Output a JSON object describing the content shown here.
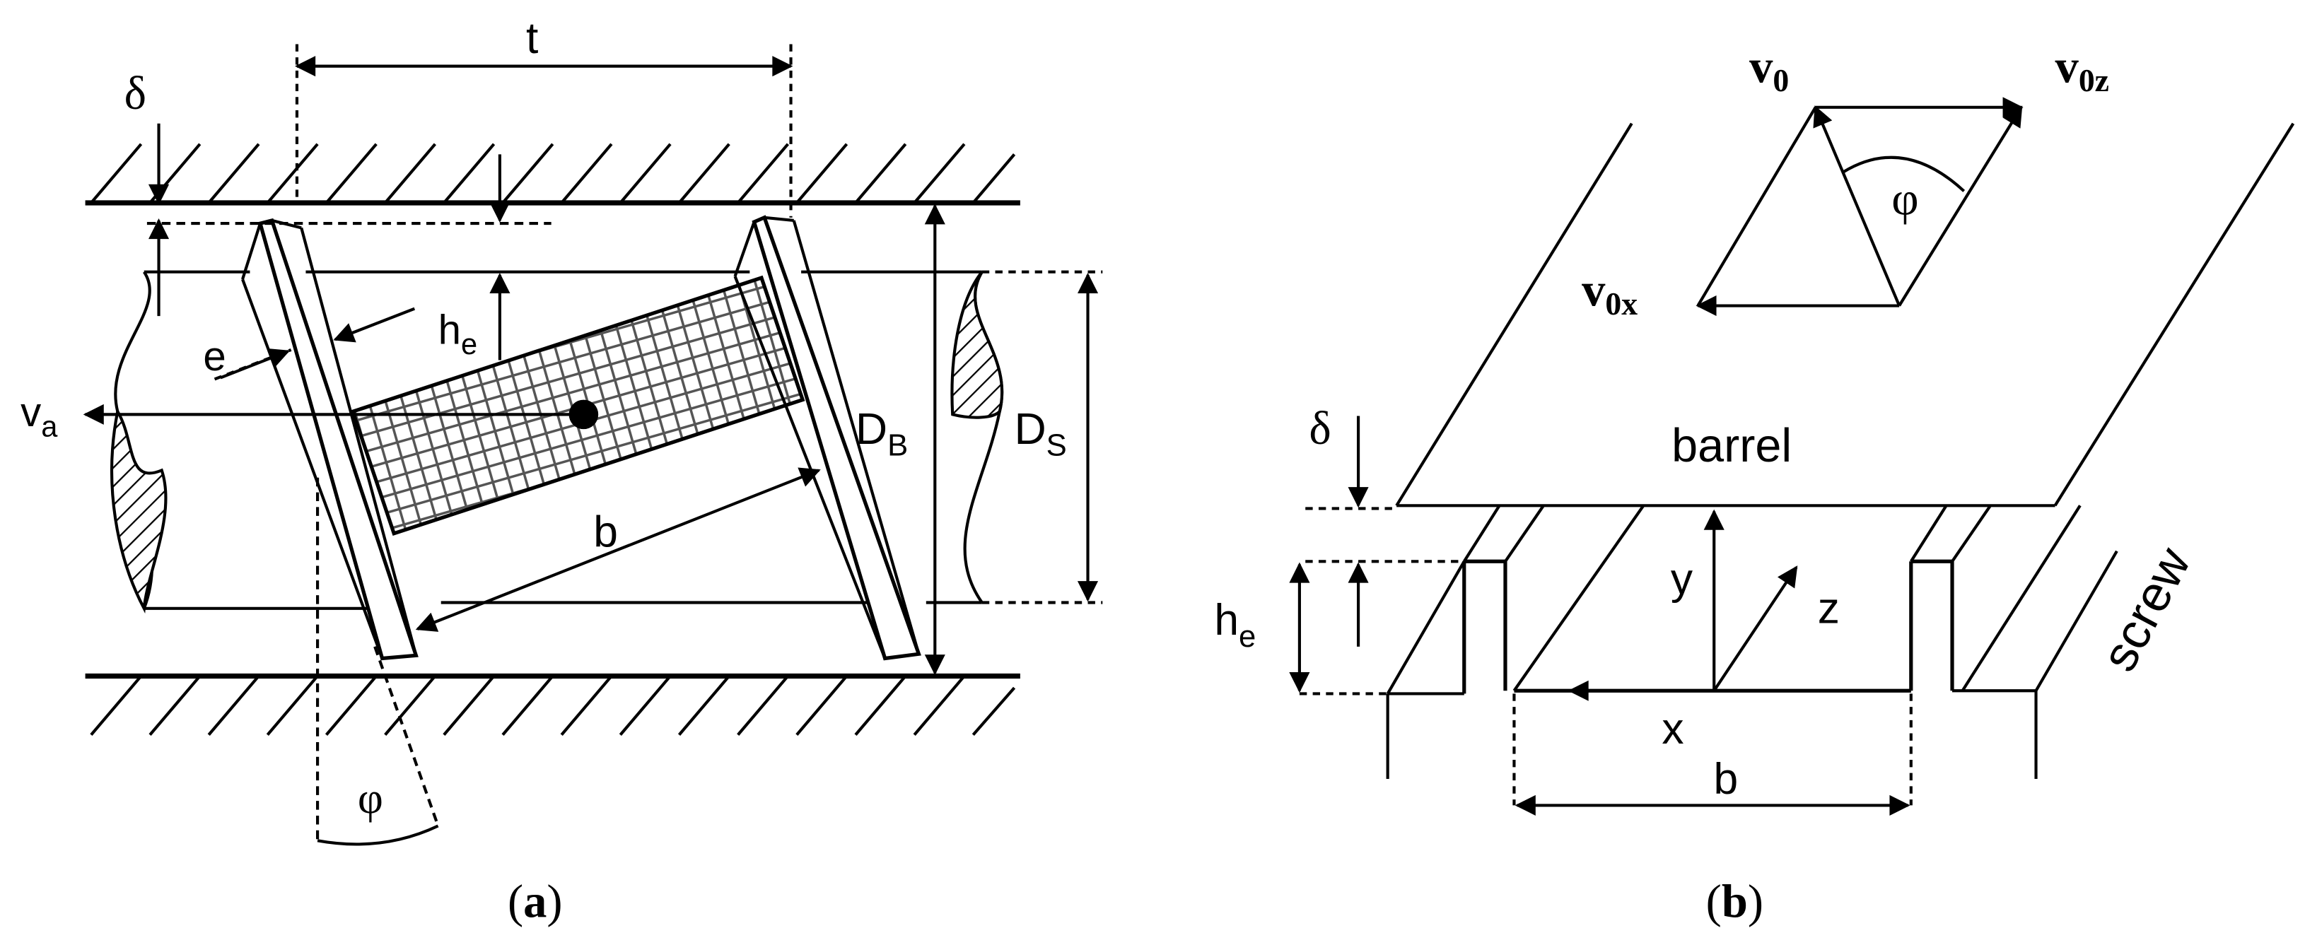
{
  "panel_a": {
    "caption_open": "(",
    "caption_letter": "a",
    "caption_close": ")",
    "pitch": "t",
    "clearance": "δ",
    "flight_width": "e",
    "channel_depth_base": "h",
    "channel_depth_sub": "e",
    "axial_velocity_base": "v",
    "axial_velocity_sub": "a",
    "barrel_diameter_base": "D",
    "barrel_diameter_sub": "B",
    "screw_diameter_base": "D",
    "screw_diameter_sub": "S",
    "channel_width": "b",
    "helix_angle": "φ"
  },
  "panel_b": {
    "caption_open": "(",
    "caption_letter": "b",
    "caption_close": ")",
    "barrel_label": "barrel",
    "screw_label": "screw",
    "clearance": "δ",
    "channel_depth_base": "h",
    "channel_depth_sub": "e",
    "channel_width": "b",
    "axis_x": "x",
    "axis_y": "y",
    "axis_z": "z",
    "v0_base": "v",
    "v0_sub": "0",
    "v0z_base": "v",
    "v0z_sub": "0z",
    "v0x_base": "v",
    "v0x_sub": "0x",
    "helix_angle": "φ"
  }
}
